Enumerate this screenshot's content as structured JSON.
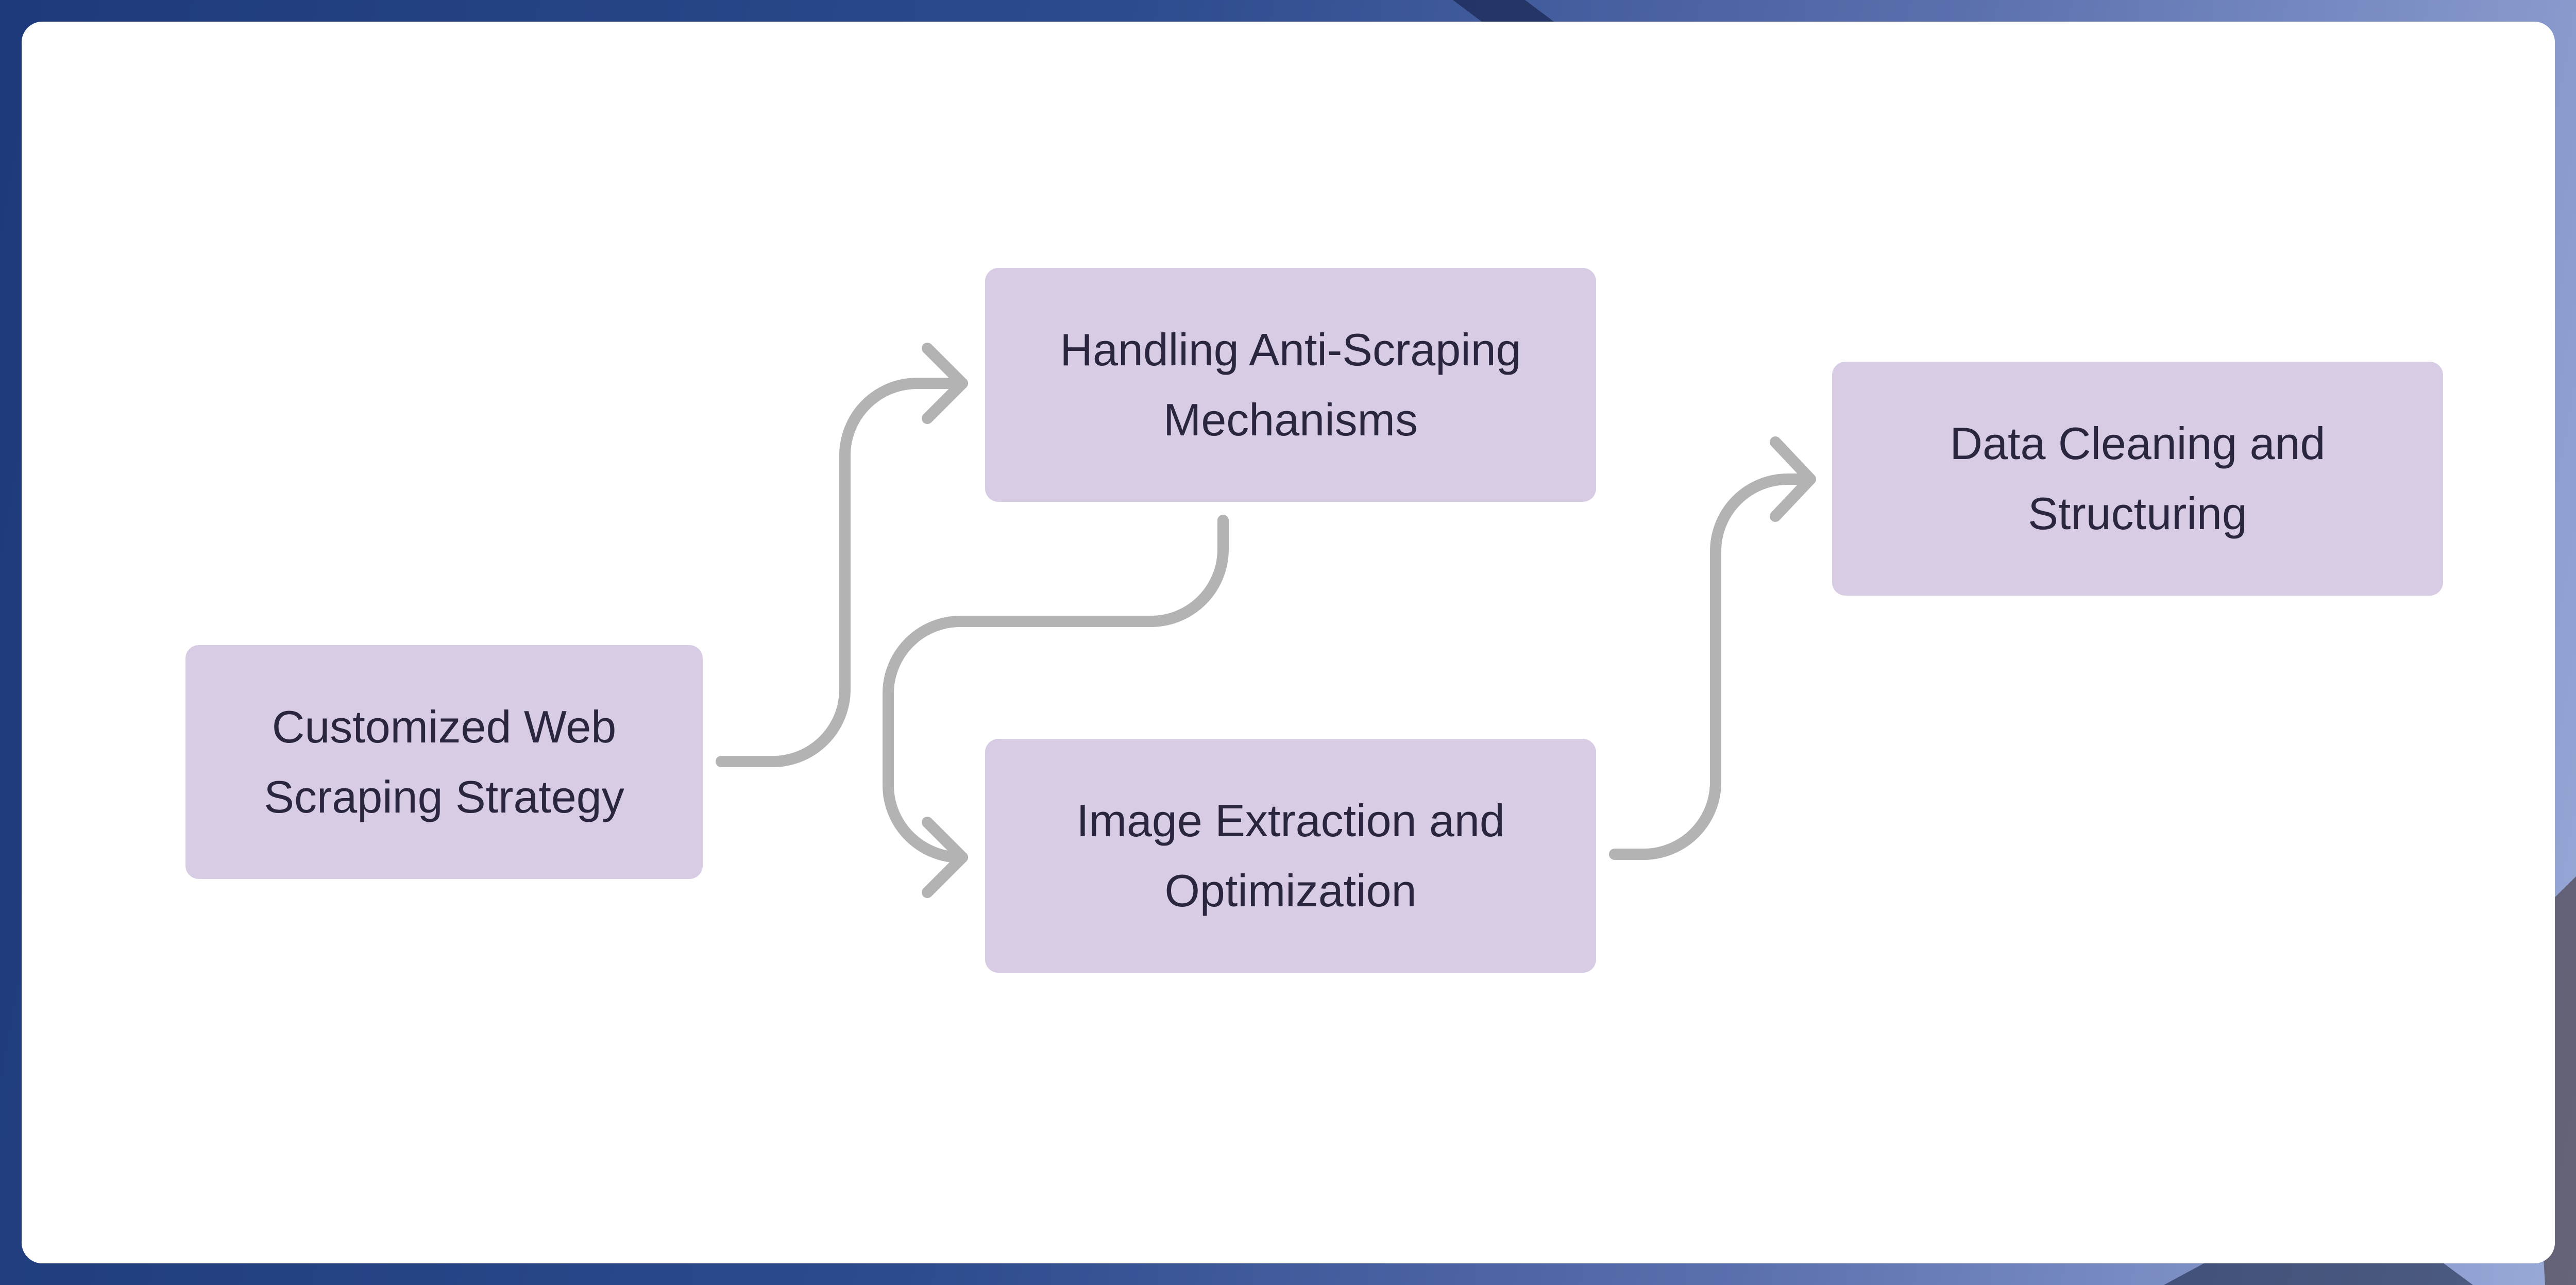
{
  "diagram": {
    "nodes": [
      {
        "id": "strategy",
        "lines": [
          "Customized Web",
          "Scraping Strategy"
        ]
      },
      {
        "id": "anti_scraping",
        "lines": [
          "Handling Anti-Scraping",
          "Mechanisms"
        ]
      },
      {
        "id": "image_extraction",
        "lines": [
          "Image Extraction and",
          "Optimization"
        ]
      },
      {
        "id": "data_cleaning",
        "lines": [
          "Data Cleaning and",
          "Structuring"
        ]
      }
    ],
    "edges": [
      {
        "from": "strategy",
        "to": "anti_scraping"
      },
      {
        "from": "anti_scraping",
        "to": "image_extraction"
      },
      {
        "from": "image_extraction",
        "to": "data_cleaning"
      }
    ],
    "colors": {
      "node_fill": "#d8cce4",
      "node_text": "#2b2640",
      "connector": "#b3b3b3",
      "card": "#ffffff",
      "background": "#2c4a8c"
    }
  }
}
